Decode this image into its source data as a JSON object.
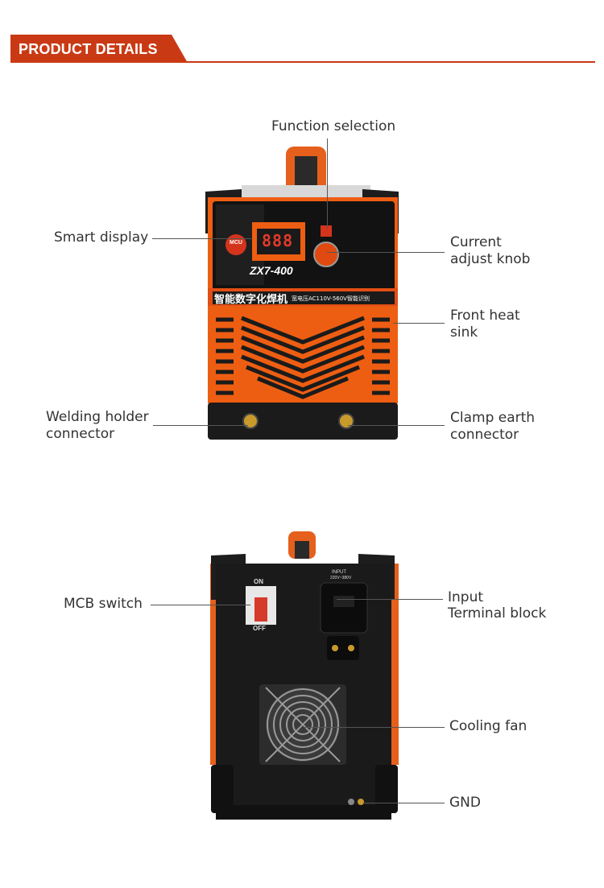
{
  "header": {
    "title": "PRODUCT DETAILS"
  },
  "front": {
    "labels": {
      "function_selection": "Function selection",
      "smart_display": "Smart display",
      "current_knob_1": "Current",
      "current_knob_2": "adjust knob",
      "heat_sink_1": "Front heat",
      "heat_sink_2": "sink",
      "welding_1": "Welding holder",
      "welding_2": "connector",
      "clamp_1": "Clamp earth",
      "clamp_2": "connector"
    },
    "panel": {
      "model": "ZX7-400",
      "mcu": "MCU",
      "display_digits": "888",
      "chinese_title": "智能数字化焊机",
      "voltage_text": "宽电压AC110V-560V智能识别"
    }
  },
  "back": {
    "labels": {
      "mcb": "MCB switch",
      "input_1": "Input",
      "input_2": "Terminal block",
      "fan": "Cooling fan",
      "gnd": "GND"
    },
    "panel": {
      "on": "ON",
      "off": "OFF",
      "input_label": "INPUT",
      "input_sub": "220V~380V"
    }
  },
  "colors": {
    "accent": "#c93a14",
    "orange": "#f06a1c",
    "dark": "#1b1b1b"
  }
}
